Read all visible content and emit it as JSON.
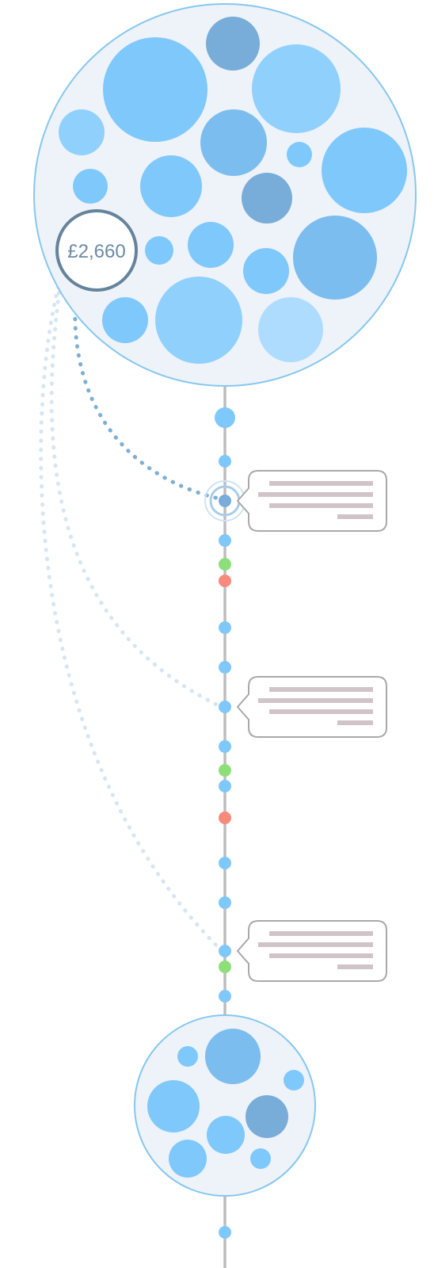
{
  "highlighted_amount": "£2,660",
  "colors": {
    "timeline": "#bdbdbd",
    "node_blue": "#7fc8fb",
    "node_green": "#8ddf7a",
    "node_red": "#f88a7b",
    "cluster_fill": "#edf3f8",
    "cluster_border": "#86c7f0",
    "bubble_dark": "#78acd9",
    "bubble_mid": "#7bbdee",
    "bubble_light": "#8fd0fd",
    "bubble_pale": "#aedcfe",
    "link_active": "#7eafd3",
    "link_faded": "#d6e6f2",
    "callout_border": "#a9a9a9",
    "callout_lines": "#d1c4c8",
    "amount_ring": "#66839c"
  },
  "icons": {
    "event_node": "dot",
    "selected_node": "target-rings",
    "callout": "speech-bubble"
  },
  "timeline": {
    "event_nodes": [
      {
        "status": "blue"
      },
      {
        "status": "blue"
      },
      {
        "status": "selected"
      },
      {
        "status": "blue"
      },
      {
        "status": "green"
      },
      {
        "status": "red"
      },
      {
        "status": "blue"
      },
      {
        "status": "blue"
      },
      {
        "status": "blue"
      },
      {
        "status": "blue"
      },
      {
        "status": "green"
      },
      {
        "status": "blue"
      },
      {
        "status": "red"
      },
      {
        "status": "blue"
      },
      {
        "status": "blue"
      },
      {
        "status": "blue"
      },
      {
        "status": "green"
      },
      {
        "status": "blue"
      },
      {
        "status": "blue"
      }
    ],
    "callouts": [
      {
        "text_lines": 4
      },
      {
        "text_lines": 4
      },
      {
        "text_lines": 4
      }
    ]
  }
}
